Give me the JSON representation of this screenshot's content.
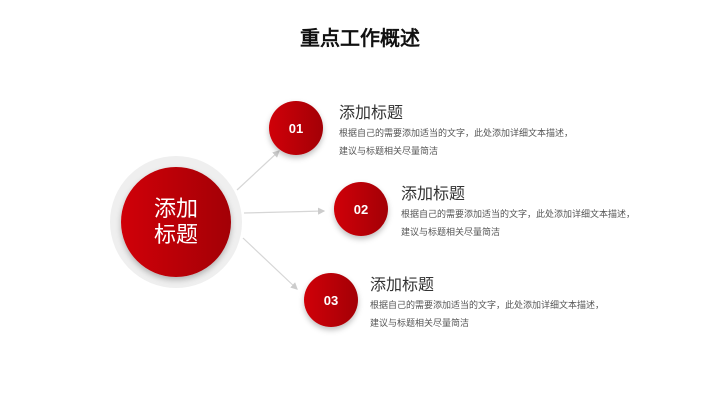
{
  "title": "重点工作概述",
  "center": {
    "label": "添加标题"
  },
  "items": [
    {
      "number": "01",
      "title": "添加标题",
      "desc_line1": "根据自己的需要添加适当的文字，此处添加详细文本描述，",
      "desc_line2": "建议与标题相关尽量简洁"
    },
    {
      "number": "02",
      "title": "添加标题",
      "desc_line1": "根据自己的需要添加适当的文字，此处添加详细文本描述，",
      "desc_line2": "建议与标题相关尽量简洁"
    },
    {
      "number": "03",
      "title": "添加标题",
      "desc_line1": "根据自己的需要添加适当的文字，此处添加详细文本描述，",
      "desc_line2": "建议与标题相关尽量简洁"
    }
  ]
}
